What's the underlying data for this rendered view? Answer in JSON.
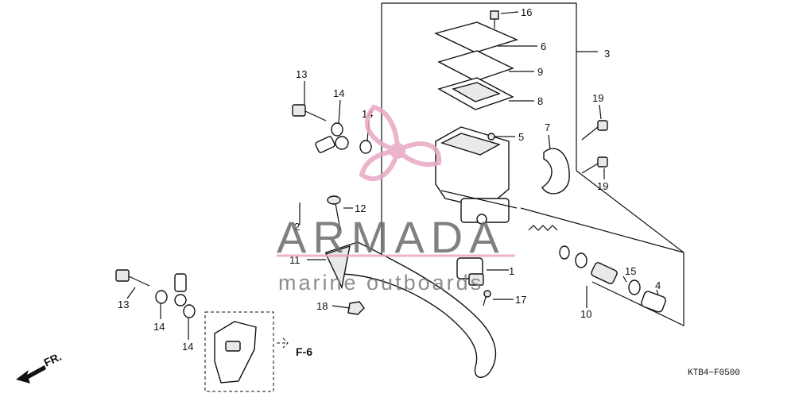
{
  "diagram": {
    "part_labels": [
      "1",
      "2",
      "3",
      "4",
      "5",
      "6",
      "7",
      "8",
      "9",
      "10",
      "11",
      "12",
      "13",
      "14",
      "15",
      "16",
      "17",
      "18",
      "19"
    ],
    "ref_label": "F-6",
    "direction_label": "FR.",
    "drawing_code": "KTB4−F0500"
  },
  "watermark": {
    "brand": "ARMADA",
    "tagline": "marine outboards",
    "accent_color": "#e8a6c4",
    "text_color": "#6b6b6b"
  }
}
